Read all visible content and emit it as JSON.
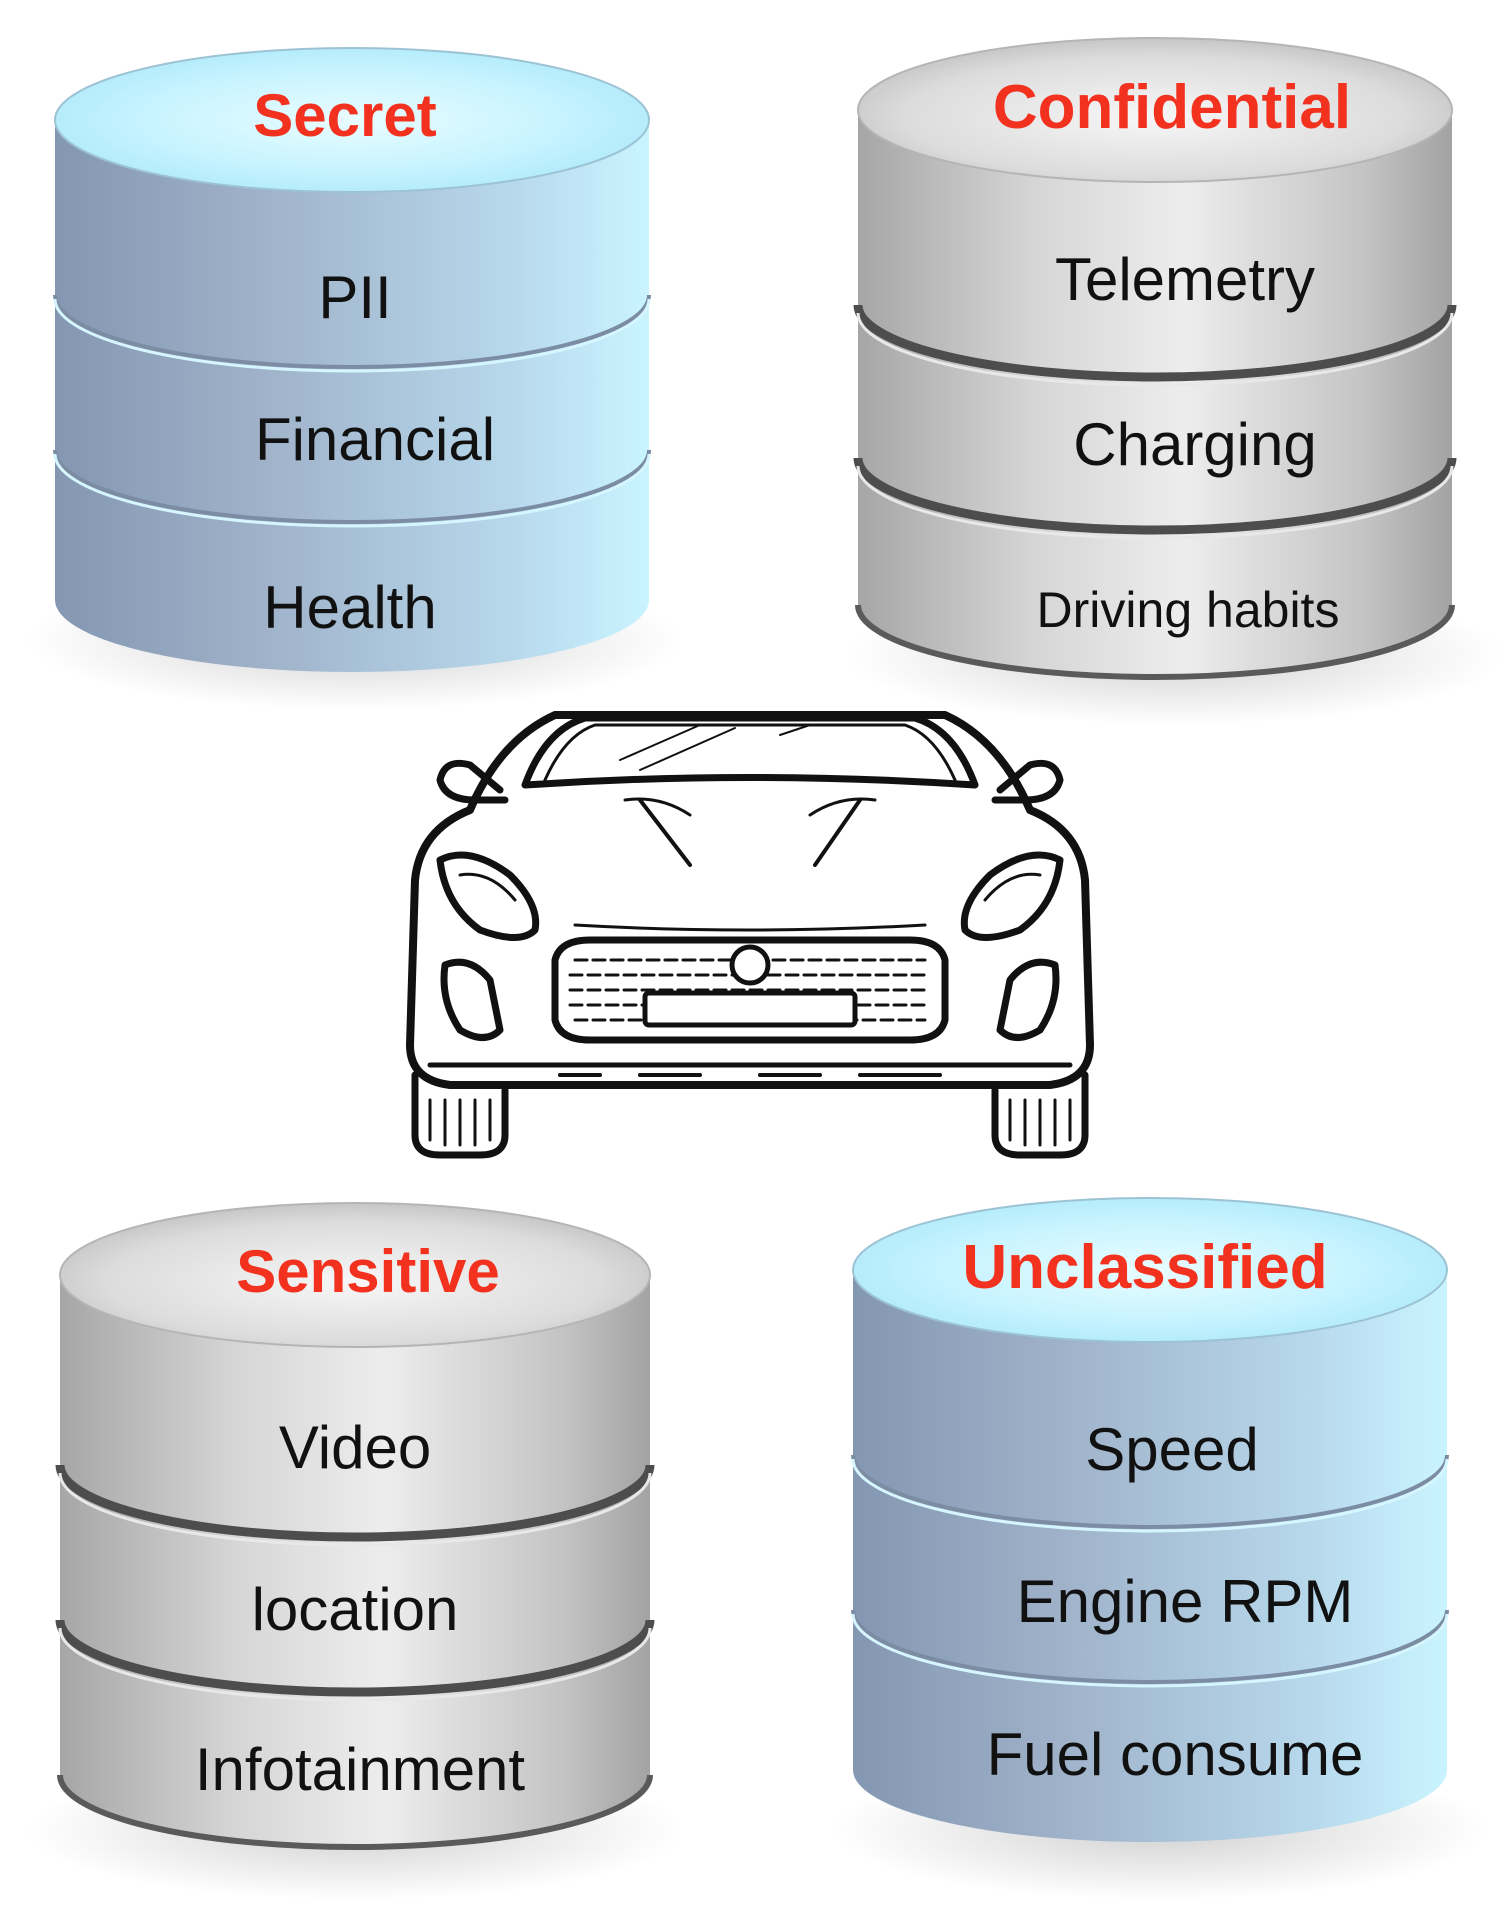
{
  "databases": [
    {
      "title": "Secret",
      "items": [
        "PII",
        "Financial",
        "Health"
      ],
      "style": "blue"
    },
    {
      "title": "Confidential",
      "items": [
        "Telemetry",
        "Charging",
        "Driving habits"
      ],
      "style": "gray"
    },
    {
      "title": "Sensitive",
      "items": [
        "Video",
        "location",
        "Infotainment"
      ],
      "style": "gray"
    },
    {
      "title": "Unclassified",
      "items": [
        "Speed",
        "Engine RPM",
        "Fuel consume"
      ],
      "style": "blue"
    }
  ],
  "center_icon": "car-front-sketch-icon",
  "colors": {
    "title_red": "#f2321f",
    "blue_light": "#bdf3ff",
    "blue_dark": "#8ea2bd",
    "gray_light": "#e6e6e6",
    "gray_dark": "#9a9a9a"
  }
}
